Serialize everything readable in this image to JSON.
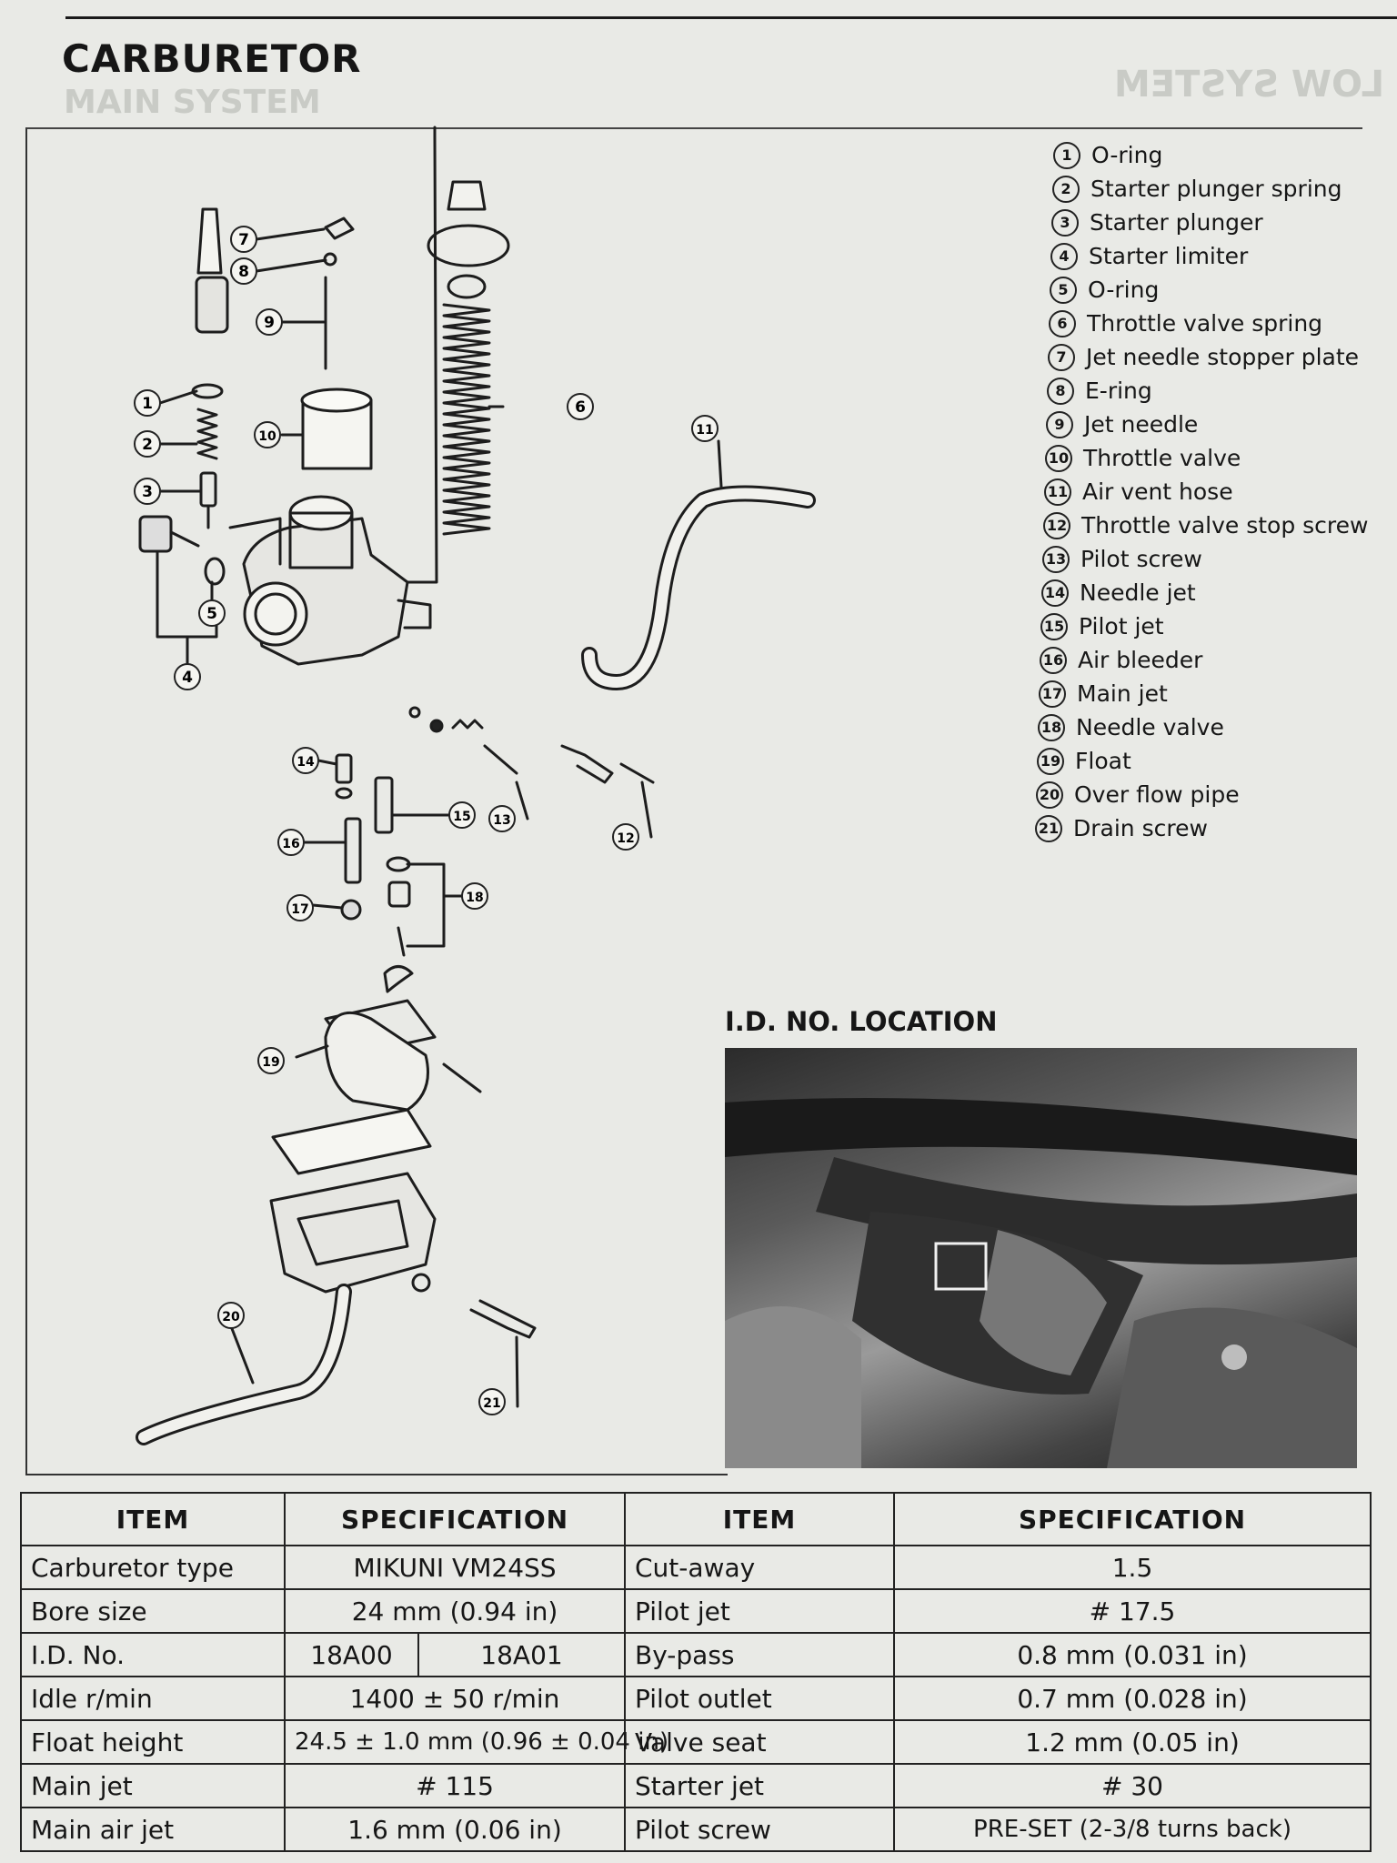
{
  "page_title": "CARBURETOR",
  "background_text": {
    "main_system": "MAIN SYSTEM",
    "flow_system": "LOW SYSTEM"
  },
  "diagram_callouts": [
    "1",
    "2",
    "3",
    "4",
    "5",
    "6",
    "7",
    "8",
    "9",
    "10",
    "11",
    "12",
    "13",
    "14",
    "15",
    "16",
    "17",
    "18",
    "19",
    "20",
    "21"
  ],
  "legend": [
    {
      "num": "1",
      "label": "O-ring"
    },
    {
      "num": "2",
      "label": "Starter plunger spring"
    },
    {
      "num": "3",
      "label": "Starter plunger"
    },
    {
      "num": "4",
      "label": "Starter limiter"
    },
    {
      "num": "5",
      "label": "O-ring"
    },
    {
      "num": "6",
      "label": "Throttle valve spring"
    },
    {
      "num": "7",
      "label": "Jet needle stopper plate"
    },
    {
      "num": "8",
      "label": "E-ring"
    },
    {
      "num": "9",
      "label": "Jet needle"
    },
    {
      "num": "10",
      "label": "Throttle valve"
    },
    {
      "num": "11",
      "label": "Air vent hose"
    },
    {
      "num": "12",
      "label": "Throttle valve stop screw"
    },
    {
      "num": "13",
      "label": "Pilot screw"
    },
    {
      "num": "14",
      "label": "Needle jet"
    },
    {
      "num": "15",
      "label": "Pilot jet"
    },
    {
      "num": "16",
      "label": "Air bleeder"
    },
    {
      "num": "17",
      "label": "Main jet"
    },
    {
      "num": "18",
      "label": "Needle valve"
    },
    {
      "num": "19",
      "label": "Float"
    },
    {
      "num": "20",
      "label": "Over flow pipe"
    },
    {
      "num": "21",
      "label": "Drain screw"
    }
  ],
  "id_location": {
    "title": "I.D. NO. LOCATION"
  },
  "spec_table": {
    "headers": [
      "ITEM",
      "SPECIFICATION",
      "ITEM",
      "SPECIFICATION"
    ],
    "rows": [
      {
        "item1": "Carburetor type",
        "spec1": "MIKUNI VM24SS",
        "item2": "Cut-away",
        "spec2": "1.5"
      },
      {
        "item1": "Bore size",
        "spec1": "24 mm (0.94 in)",
        "item2": "Pilot jet",
        "spec2": "# 17.5"
      },
      {
        "item1": "I.D. No.",
        "spec1a": "18A00",
        "spec1b": "18A01",
        "item2": "By-pass",
        "spec2": "0.8 mm (0.031 in)"
      },
      {
        "item1": "Idle r/min",
        "spec1": "1400 ± 50 r/min",
        "item2": "Pilot outlet",
        "spec2": "0.7 mm (0.028 in)"
      },
      {
        "item1": "Float height",
        "spec1": "24.5 ± 1.0 mm (0.96 ± 0.04 in)",
        "item2": "Valve seat",
        "spec2": "1.2 mm (0.05 in)"
      },
      {
        "item1": "Main jet",
        "spec1": "# 115",
        "item2": "Starter jet",
        "spec2": "# 30"
      },
      {
        "item1": "Main air jet",
        "spec1": "1.6 mm (0.06 in)",
        "item2": "Pilot screw",
        "spec2": "PRE-SET (2-3/8 turns back)"
      }
    ]
  }
}
